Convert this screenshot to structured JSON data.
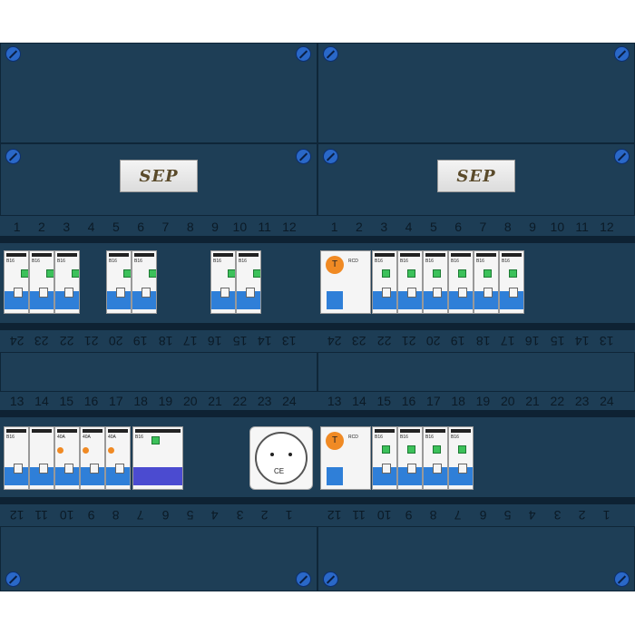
{
  "brand": "SEP",
  "top_numbers": [
    "1",
    "2",
    "3",
    "4",
    "5",
    "6",
    "7",
    "8",
    "9",
    "10",
    "11",
    "12"
  ],
  "bottom_numbers": [
    "13",
    "14",
    "15",
    "16",
    "17",
    "18",
    "19",
    "20",
    "21",
    "22",
    "23",
    "24"
  ],
  "flipped_top_numbers": [
    "24",
    "23",
    "22",
    "21",
    "20",
    "19",
    "18",
    "17",
    "16",
    "15",
    "14",
    "13"
  ],
  "flipped_bottom_numbers": [
    "12",
    "11",
    "10",
    "9",
    "8",
    "7",
    "6",
    "5",
    "4",
    "3",
    "2",
    "1"
  ],
  "breaker_rating": "B16",
  "rcd_rating": "40A",
  "rcd_label": "RCD",
  "test_symbol": "T",
  "ce_mark": "CE",
  "colors": {
    "panel": "#1e3e56",
    "breaker_blue": "#2f7fd8",
    "indicator_green": "#3cc15a",
    "test_orange": "#f08a24"
  }
}
